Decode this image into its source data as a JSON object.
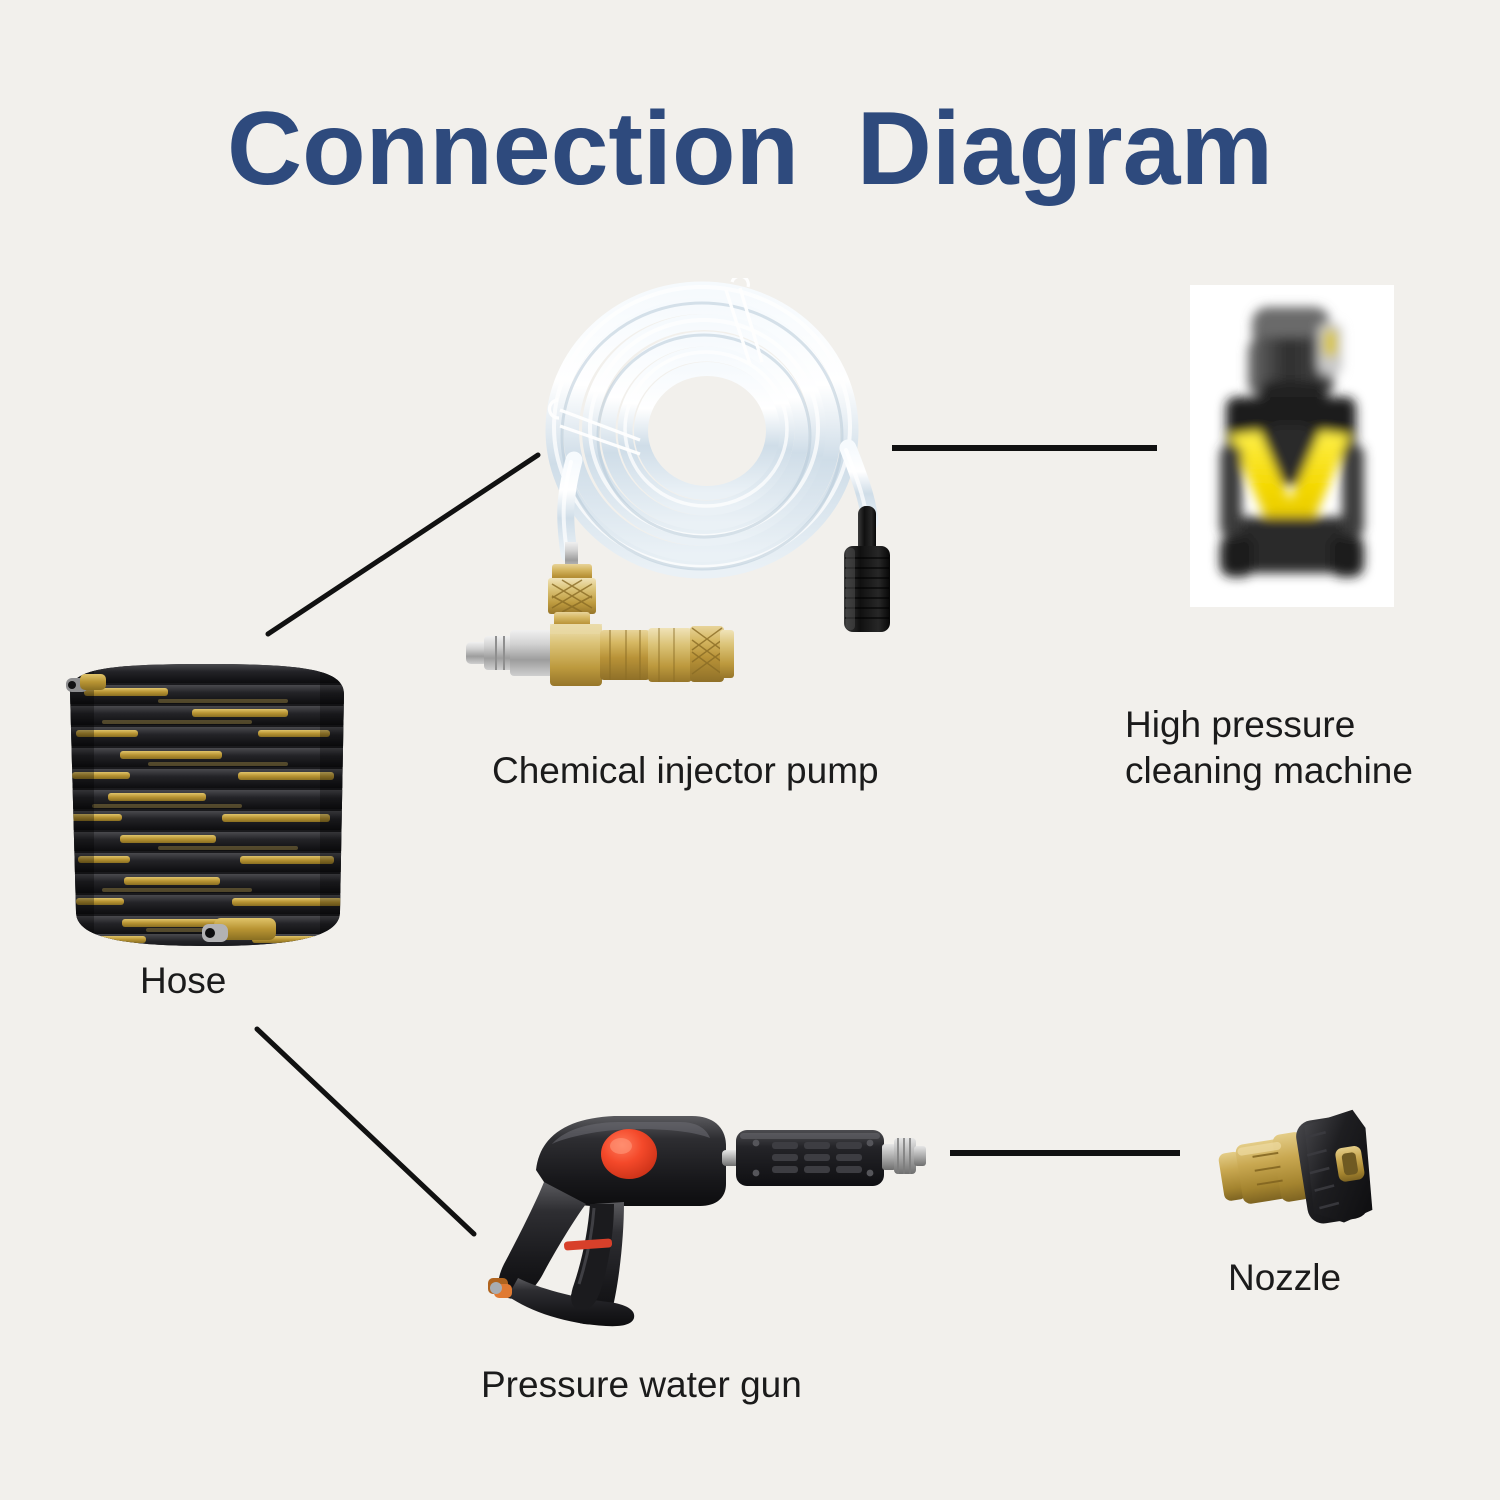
{
  "page": {
    "background_color": "#f2f0ec",
    "title": "Connection  Diagram",
    "title_color": "#2e4a7d",
    "caption_color": "#1b1b1b"
  },
  "diagram": {
    "nodes": [
      {
        "id": "chemical-injector-pump",
        "label": "Chemical injector pump",
        "description": "Clear coiled PVC siphon tube with brass and steel quick-connect fittings and a black weighted filter end",
        "colors": {
          "tube": "#dfe7ee",
          "brass": "#c9a23c",
          "steel": "#b8b8b8",
          "filter": "#1c1c1c"
        }
      },
      {
        "id": "high-pressure-cleaning-machine",
        "label": "High pressure\ncleaning machine",
        "description": "Yellow and black portable pressure washer photo on a white tile",
        "colors": {
          "tile": "#ffffff",
          "body_yellow": "#f2d600",
          "body_dark": "#3a3a3a"
        }
      },
      {
        "id": "hose",
        "label": "Hose",
        "description": "Coiled black high pressure hose with gold printed lettering",
        "colors": {
          "hose": "#1f2023",
          "print": "#c9a43a",
          "fitting": "#c9a23c"
        }
      },
      {
        "id": "pressure-water-gun",
        "label": "Pressure water gun",
        "description": "Black trigger gun with red button, red safety bar and vented black lance",
        "colors": {
          "body": "#242427",
          "button": "#ef4422",
          "safety": "#d8402a",
          "steel": "#bdbdbd"
        }
      },
      {
        "id": "nozzle",
        "label": "Nozzle",
        "description": "Brass quick-connect coupler with black rotary nozzle head",
        "colors": {
          "brass": "#bc9a46",
          "head": "#1d1d1f"
        }
      }
    ],
    "connections": [
      {
        "from": "hose",
        "to": "chemical-injector-pump",
        "style": "diagonal-line"
      },
      {
        "from": "chemical-injector-pump",
        "to": "high-pressure-cleaning-machine",
        "style": "horizontal-line"
      },
      {
        "from": "hose",
        "to": "pressure-water-gun",
        "style": "diagonal-line"
      },
      {
        "from": "pressure-water-gun",
        "to": "nozzle",
        "style": "horizontal-line"
      }
    ],
    "line_color": "#111111"
  }
}
